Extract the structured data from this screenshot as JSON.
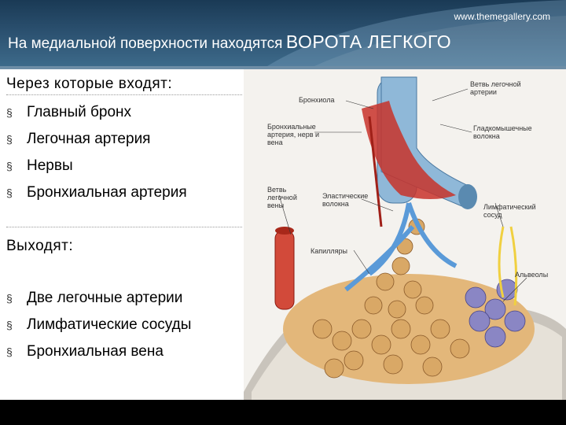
{
  "header": {
    "url": "www.themegallery.com",
    "title_part1": "На медиальной поверхности находятся",
    "title_part2": "ВОРОТА ЛЕГКОГО"
  },
  "entering": {
    "heading": "Через которые входят:",
    "items": [
      "Главный бронх",
      "Легочная артерия",
      "Нервы",
      "Бронхиальная артерия"
    ]
  },
  "exiting": {
    "heading": "Выходят:",
    "items": [
      "Две легочные артерии",
      "Лимфатические сосуды",
      "Бронхиальная вена"
    ]
  },
  "bullet_glyph": "§",
  "diagram_labels": {
    "bronchiole": "Бронхиола",
    "artery_branch": "Ветвь легочной артерии",
    "bronchial_vessels": "Бронхиальные артерия, нерв и вена",
    "smooth_muscle": "Гладкомышечные волокна",
    "vein_branch": "Ветвь легочной вены",
    "elastic_fibers": "Эластические волокна",
    "lymph_vessel": "Лимфатический сосуд",
    "capillaries": "Капилляры",
    "alveoli": "Альвеолы"
  },
  "colors": {
    "header_dark": "#1a3a55",
    "header_light": "#3d6a8a",
    "artery_red": "#c8322a",
    "bronchus_blue": "#8fb8d8",
    "alveoli_tan": "#e3b77a",
    "lymph_yellow": "#f0d040",
    "purple": "#7c73b8"
  }
}
